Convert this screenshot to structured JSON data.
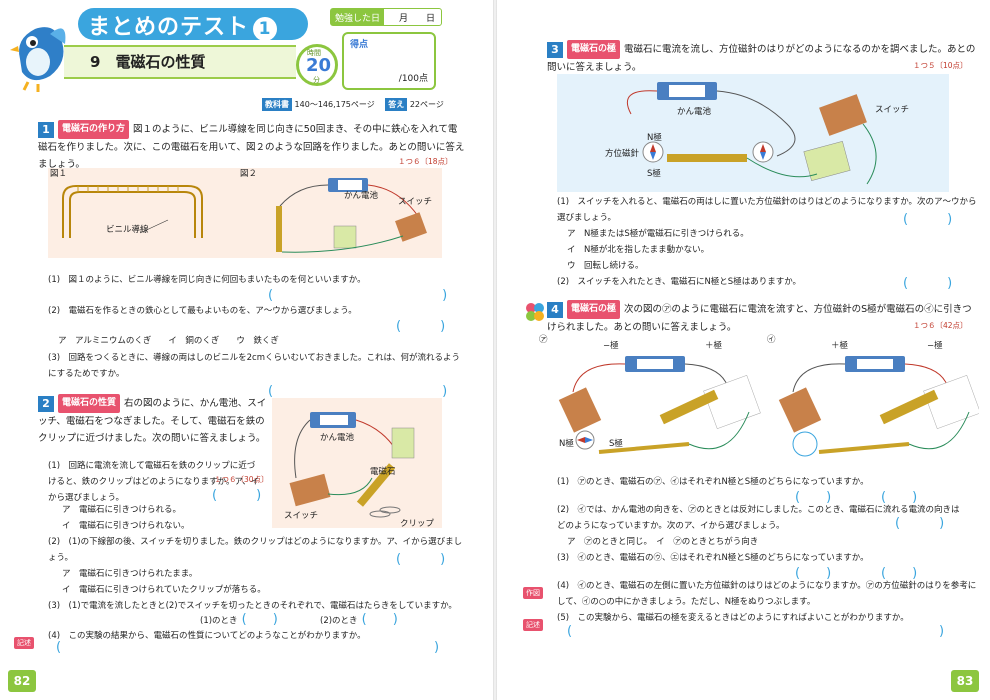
{
  "header": {
    "title": "まとめのテスト",
    "title_num": "1",
    "study_label": "勉強した日",
    "month": "月",
    "day": "日",
    "subject_num": "9",
    "subject": "電磁石の性質",
    "timer_label": "時間",
    "timer_value": "20",
    "timer_unit": "分",
    "score_label": "得点",
    "score_max": "/100点",
    "textbook_label": "教科書",
    "textbook_pages": "140～146,175ページ",
    "answer_label": "答え",
    "answer_pages": "22ページ"
  },
  "q1": {
    "num": "1",
    "tag": "電磁石の作り方",
    "text": "図１のように、ビニル導線を同じ向きに50回まき、その中に鉄心を入れて電磁石を作りました。次に、この電磁石を用いて、図２のような回路を作りました。あとの問いに答えましょう。",
    "points": "１つ６〔18点〕",
    "fig1_label": "図１",
    "fig2_label": "図２",
    "coil_label": "ビニル導線",
    "battery_label": "かん電池",
    "switch_label": "スイッチ",
    "sub1": "(1)　図１のように、ビニル導線を同じ向きに何回もまいたものを何といいますか。",
    "sub2": "(2)　電磁石を作るときの鉄心として最もよいものを、ア～ウから選びましょう。",
    "sub2_opts": "ア　アルミニウムのくぎ　　イ　銅のくぎ　　ウ　鉄くぎ",
    "sub3": "(3)　回路をつくるときに、導線の両はしのビニルを2cmくらいむいておきました。これは、何が流れるようにするためですか。"
  },
  "q2": {
    "num": "2",
    "tag": "電磁石の性質",
    "text": "右の図のように、かん電池、スイッチ、電磁石をつなぎました。そして、電磁石を鉄のクリップに近づけました。次の問いに答えましょう。",
    "points": "１つ６〔30点〕",
    "battery_label": "かん電池",
    "magnet_label": "電磁石",
    "switch_label": "スイッチ",
    "clip_label": "クリップ",
    "sub1": "(1)　回路に電流を流して電磁石を鉄のクリップに近づけると、鉄のクリップはどのようになりますか。ア、イから選びましょう。",
    "sub1_a": "ア　電磁石に引きつけられる。",
    "sub1_b": "イ　電磁石に引きつけられない。",
    "sub2": "(2)　(1)の下線部の後、スイッチを切りました。鉄のクリップはどのようになりますか。ア、イから選びましょう。",
    "sub2_a": "ア　電磁石に引きつけられたまま。",
    "sub2_b": "イ　電磁石に引きつけられていたクリップが落ちる。",
    "sub3": "(3)　(1)で電流を流したときと(2)でスイッチを切ったときのそれぞれで、電磁石はたらきをしていますか。",
    "sub3_a": "(1)のとき",
    "sub3_b": "(2)のとき",
    "record_tag": "記述",
    "sub4": "(4)　この実験の結果から、電磁石の性質についてどのようなことがわかりますか。"
  },
  "q3": {
    "num": "3",
    "tag": "電磁石の極",
    "text": "電磁石に電流を流し、方位磁針のはりがどのようになるのかを調べました。あとの問いに答えましょう。",
    "points": "１つ５〔10点〕",
    "battery_label": "かん電池",
    "switch_label": "スイッチ",
    "compass_label": "方位磁針",
    "n_label": "N極",
    "s_label": "S極",
    "sub1": "(1)　スイッチを入れると、電磁石の両はしに置いた方位磁針のはりはどのようになりますか。次のア～ウから選びましょう。",
    "sub1_a": "ア　N極またはS極が電磁石に引きつけられる。",
    "sub1_b": "イ　N極が北を指したまま動かない。",
    "sub1_c": "ウ　回転し続ける。",
    "sub2": "(2)　スイッチを入れたとき、電磁石にN極とS極はありますか。"
  },
  "q4": {
    "num": "4",
    "tag": "電磁石の極",
    "text": "次の図の㋐のように電磁石に電流を流すと、方位磁針のS極が電磁石の㋑に引きつけられました。あとの問いに答えましょう。",
    "points": "１つ６〔42点〕",
    "fig_a": "㋐",
    "fig_b": "㋑",
    "minus": "−極",
    "plus": "＋極",
    "n_label": "N極",
    "s_label": "S極",
    "sub1": "(1)　㋐のとき、電磁石の㋐、㋑はそれぞれN極とS極のどちらになっていますか。",
    "sub2": "(2)　㋑では、かん電池の向きを、㋐のときとは反対にしました。このとき、電磁石に流れる電流の向きはどのようになっていますか。次のア、イから選びましょう。",
    "sub2_opts": "ア　㋐のときと同じ。　イ　㋐のときとちがう向き",
    "sub3": "(3)　㋑のとき、電磁石の㋒、㋓はそれぞれN極とS極のどちらになっていますか。",
    "draw_tag": "作図",
    "sub4": "(4)　㋑のとき、電磁石の左側に置いた方位磁針のはりはどのようになりますか。㋐の方位磁針のはりを参考にして、㋑の○の中にかきましょう。ただし、N極をぬりつぶします。",
    "record_tag": "記述",
    "sub5": "(5)　この実験から、電磁石の極を変えるときはどのようにすればよいことがわかりますか。"
  },
  "pages": {
    "left": "82",
    "right": "83"
  }
}
